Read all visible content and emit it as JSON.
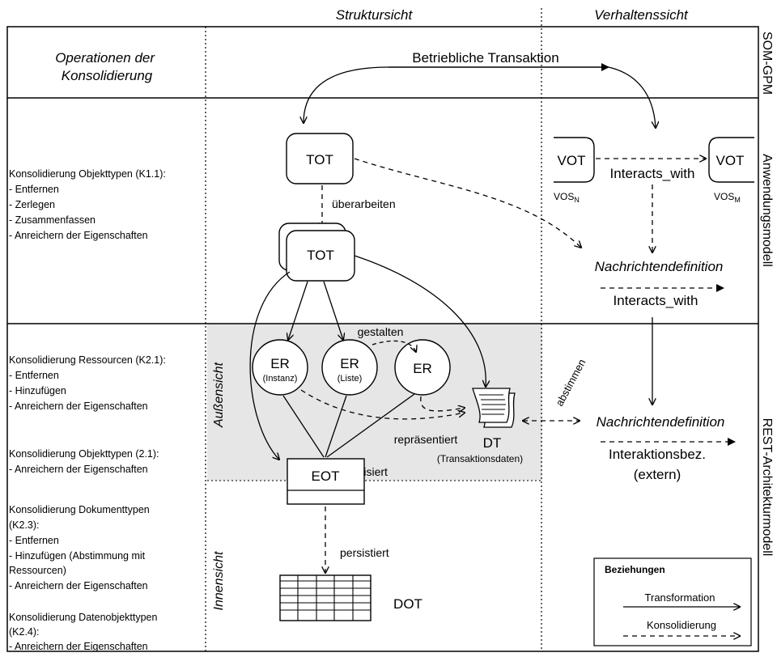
{
  "headers": {
    "struktursicht": "Struktursicht",
    "verhaltenssicht": "Verhaltenssicht"
  },
  "layers": {
    "som_gpm": "SOM-GPM",
    "anwendungsmodell": "Anwendungsmodell",
    "rest_architektur": "REST-Architekturmodell"
  },
  "operations_title": [
    "Operationen der",
    "Konsolidierung"
  ],
  "top_transaction": "Betriebliche Transaktion",
  "operations": {
    "k11": [
      "Konsolidierung Objekttypen (K1.1):",
      " - Entfernen",
      " - Zerlegen",
      " - Zusammenfassen",
      " - Anreichern der Eigenschaften"
    ],
    "k21": [
      "Konsolidierung Ressourcen (K2.1):",
      " - Entfernen",
      " - Hinzufügen",
      " - Anreichern der Eigenschaften"
    ],
    "k21b": [
      "Konsolidierung Objekttypen (2.1):",
      " - Anreichern der Eigenschaften"
    ],
    "k23": [
      "Konsolidierung Dokumenttypen",
      "(K2.3):",
      " - Entfernen",
      " - Hinzufügen (Abstimmung mit",
      "   Ressourcen)",
      " - Anreichern der Eigenschaften"
    ],
    "k24": [
      "Konsolidierung Datenobjekttypen",
      "(K2.4):",
      " - Anreichern der Eigenschaften"
    ]
  },
  "nodes": {
    "tot1": "TOT",
    "tot2": "TOT",
    "vot_left": "VOT",
    "vot_right": "VOT",
    "vos_n": "VOS",
    "vos_n_sub": "N",
    "vos_m": "VOS",
    "vos_m_sub": "M",
    "er1": "ER",
    "er1_sub": "(Instanz)",
    "er2": "ER",
    "er2_sub": "(Liste)",
    "er3": "ER",
    "dt": "DT",
    "dt_sub": "(Transaktionsdaten)",
    "eot": "EOT",
    "dot": "DOT"
  },
  "edge_labels": {
    "interacts_with_top": "Interacts_with",
    "ueberarbeiten": "überarbeiten",
    "nachrichtendefinition_1": "Nachrichtendefinition",
    "interacts_with_2": "Interacts_with",
    "gestalten": "gestalten",
    "abstimmen": "abstimmen",
    "repraesentiert": "repräsentiert",
    "nachrichtendefinition_2": "Nachrichtendefinition",
    "interaktionsbez": "Interaktionsbez.",
    "extern": "(extern)",
    "realisiert": "realisiert",
    "persistiert": "persistiert"
  },
  "views": {
    "aussensicht": "Außensicht",
    "innensicht": "Innensicht"
  },
  "legend": {
    "title": "Beziehungen",
    "transformation": "Transformation",
    "konsolidierung": "Konsolidierung"
  },
  "colors": {
    "shaded_region": "#e6e6e6",
    "stroke": "#000000"
  }
}
